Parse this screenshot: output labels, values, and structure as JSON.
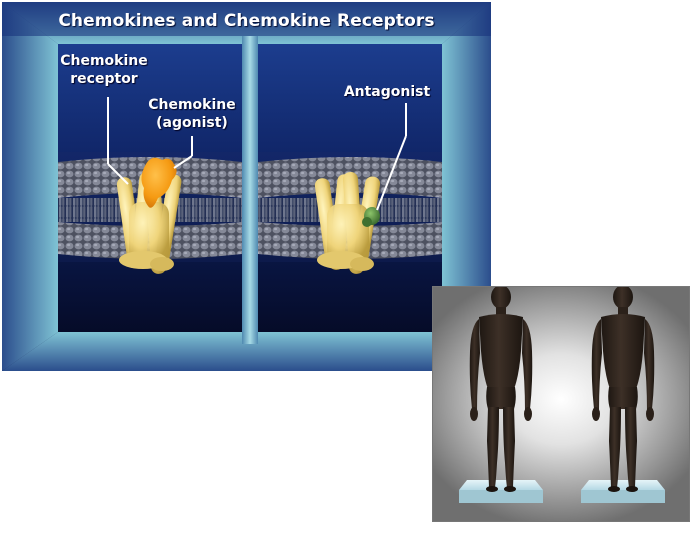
{
  "slide": {
    "title": "Chemokines and Chemokine Receptors",
    "labels": {
      "receptor": "Chemokine\nreceptor",
      "agonist": "Chemokine\n(agonist)",
      "antagonist": "Antagonist"
    },
    "colors": {
      "background": "#152569",
      "frame": "#6fb3c9",
      "receptor": "#f2dc82",
      "agonist": "#f5a11c",
      "antagonist": "#4f8a3a",
      "membrane": "#9a9a9a"
    }
  },
  "figures_panel": {
    "figures": [
      "left-figure",
      "right-figure"
    ],
    "colors": {
      "figure": "#2f241c",
      "pedestal": "#bfe0ea"
    }
  }
}
